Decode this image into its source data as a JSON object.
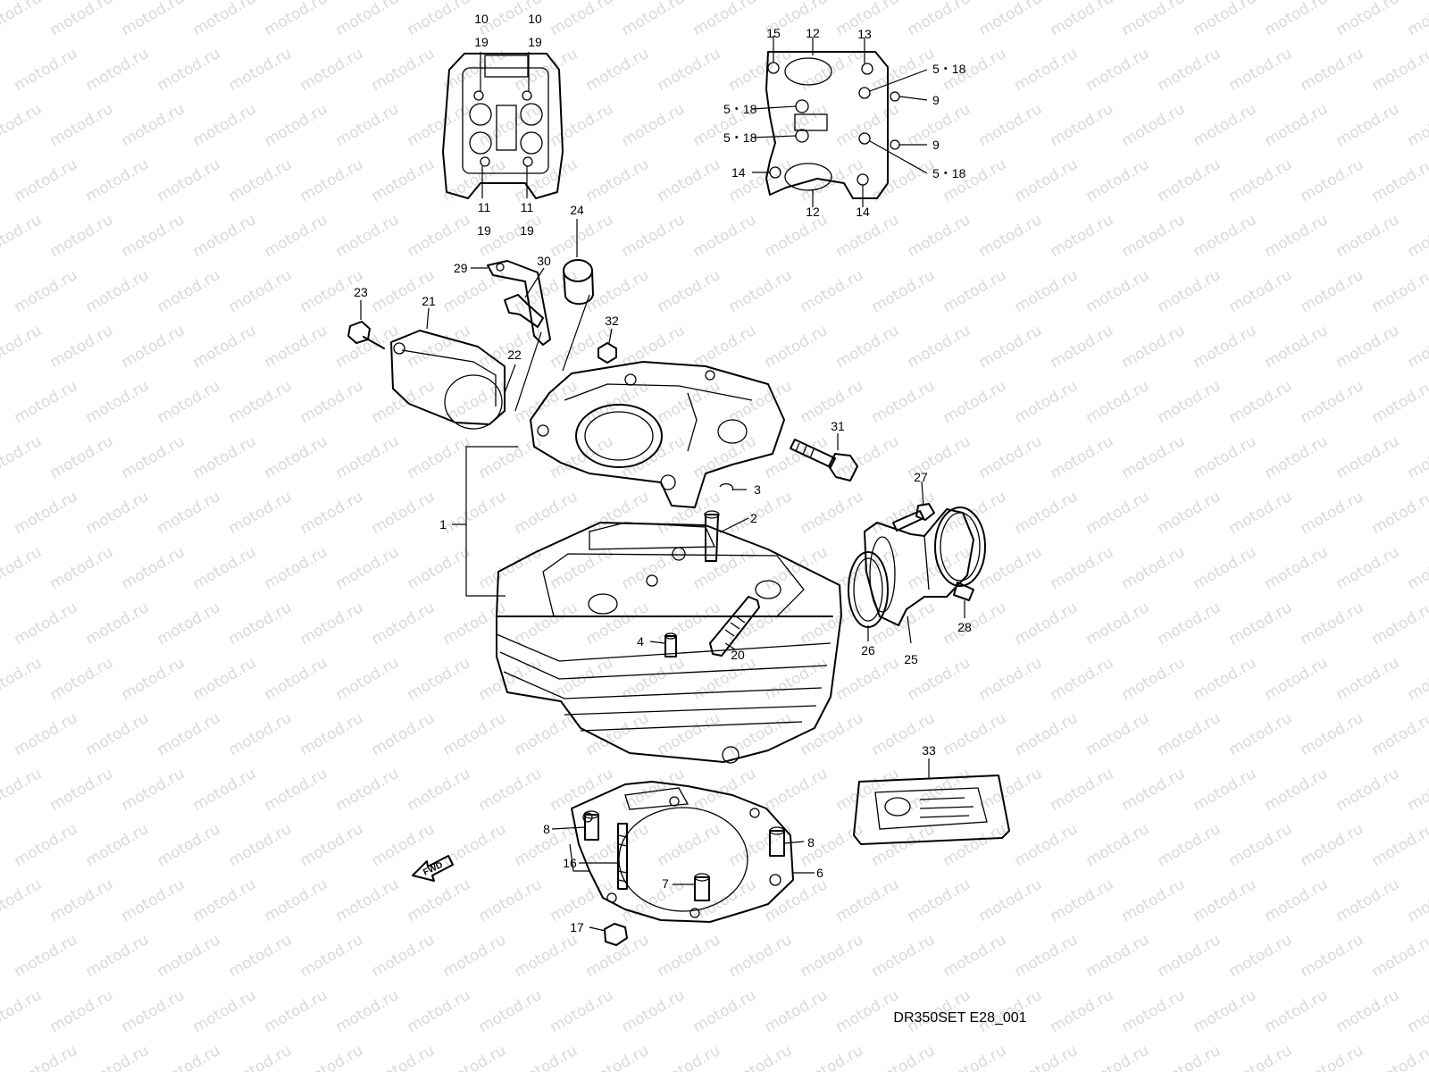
{
  "watermark": "motod.ru",
  "diagram_code": "DR350SET E28_001",
  "fwd_label": "FWD",
  "callouts": {
    "c1": "1",
    "c2": "2",
    "c3": "3",
    "c4": "4",
    "c6": "6",
    "c7": "7",
    "c8a": "8",
    "c8b": "8",
    "c9a": "9",
    "c9b": "9",
    "c10a": "10",
    "c10b": "10",
    "c11a": "11",
    "c11b": "11",
    "c12a": "12",
    "c12b": "12",
    "c13": "13",
    "c14a": "14",
    "c14b": "14",
    "c15": "15",
    "c16": "16",
    "c17": "17",
    "c19a": "19",
    "c19b": "19",
    "c19c": "19",
    "c19d": "19",
    "c20": "20",
    "c21": "21",
    "c22": "22",
    "c23": "23",
    "c24": "24",
    "c25": "25",
    "c26": "26",
    "c27": "27",
    "c28": "28",
    "c29": "29",
    "c30": "30",
    "c31": "31",
    "c32": "32",
    "c33": "33",
    "c518a": "5・18",
    "c518b": "5・18",
    "c518c": "5・18",
    "c518d": "5・18"
  }
}
